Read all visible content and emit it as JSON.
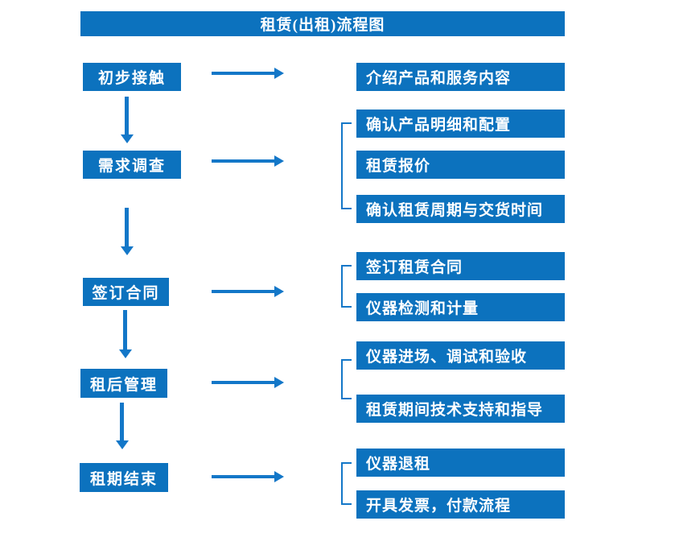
{
  "title": "租赁(出租)流程图",
  "colors": {
    "box_blue": "#0c72be",
    "arrow_blue": "#1377c8",
    "text": "#ffffff",
    "background": "#ffffff"
  },
  "steps": [
    {
      "label": "初步接触",
      "details": [
        "介绍产品和服务内容"
      ]
    },
    {
      "label": "需求调查",
      "details": [
        "确认产品明细和配置",
        "租赁报价",
        "确认租赁周期与交货时间"
      ]
    },
    {
      "label": "签订合同",
      "details": [
        "签订租赁合同",
        "仪器检测和计量"
      ]
    },
    {
      "label": "租后管理",
      "details": [
        "仪器进场、调试和验收",
        "租赁期间技术支持和指导"
      ]
    },
    {
      "label": "租期结束",
      "details": [
        "仪器退租",
        "开具发票，付款流程"
      ]
    }
  ]
}
